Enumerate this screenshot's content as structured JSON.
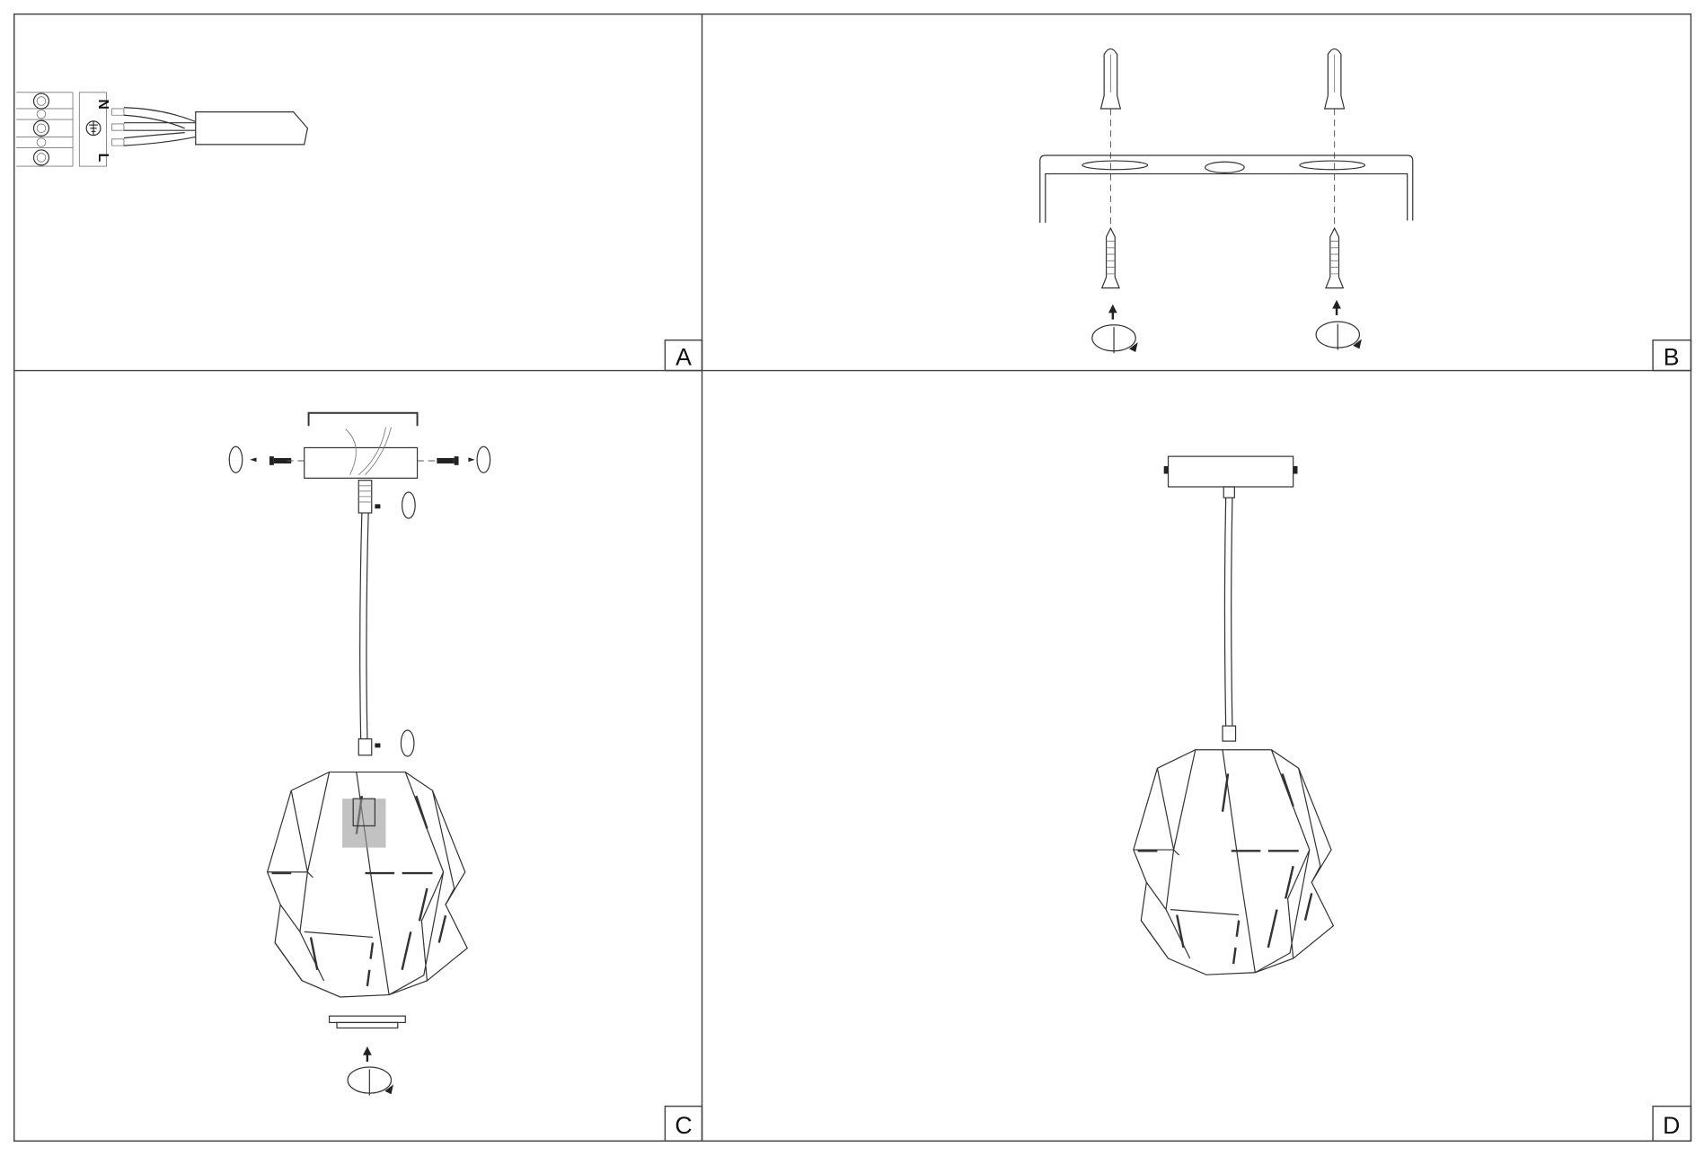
{
  "panels": [
    {
      "id": "A",
      "label": "A",
      "content": "mains-wire-connection"
    },
    {
      "id": "B",
      "label": "B",
      "content": "mounting-bracket-fixing"
    },
    {
      "id": "C",
      "label": "C",
      "content": "pendant-assembly-exploded"
    },
    {
      "id": "D",
      "label": "D",
      "content": "pendant-assembled"
    }
  ],
  "terminal": {
    "neutral": "N",
    "live": "L",
    "earth_icon": "earth-ground-icon"
  },
  "colors": {
    "line": "#333333",
    "background": "#ffffff"
  }
}
